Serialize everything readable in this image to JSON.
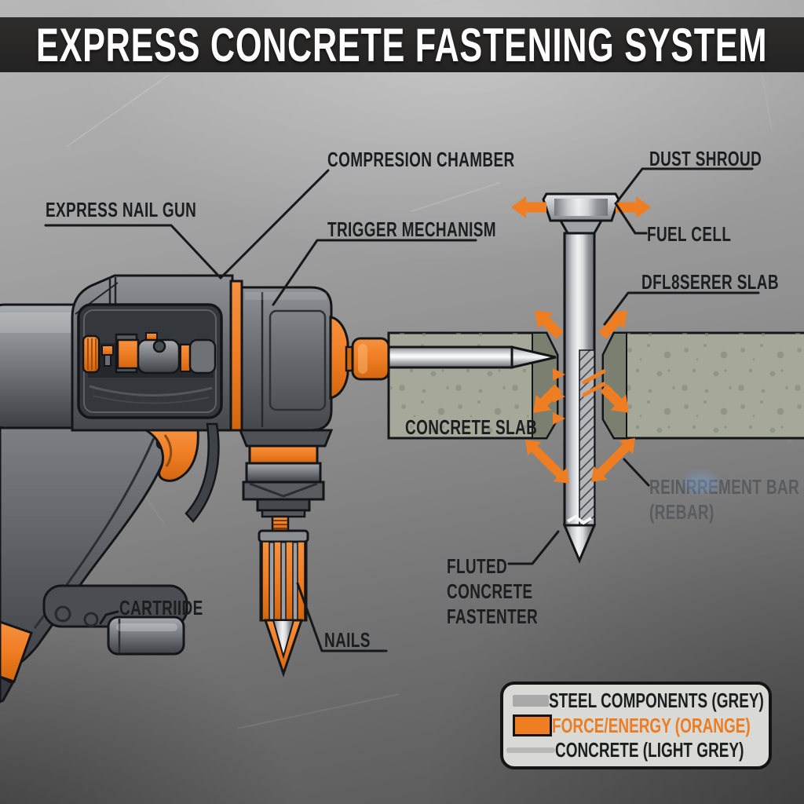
{
  "title": "EXPRESS CONCRETE FASTENING SYSTEM",
  "callouts": {
    "express_nail_gun": "EXPRESS NAIL GUN",
    "compression_chamber": "COMPRESION CHAMBER",
    "trigger_mechanism": "TRIGGER MECHANISM",
    "dust_shroud": "DUST SHROUD",
    "fuel_cell": "FUEL CELL",
    "deflector_slab": "DFL8SERER SLAB",
    "concrete_slab": "CONCRETE SLAB",
    "reinforcement_bar_line1": "REINRREMENT BAR",
    "reinforcement_bar_line2": "(REBAR)",
    "fluted_fastener_line1": "FLUTED",
    "fluted_fastener_line2": "CONCRETE",
    "fluted_fastener_line3": "FASTENTER",
    "cartridge": "CARTRIIDE",
    "nails": "NAILS"
  },
  "legend": {
    "items": [
      {
        "label": "STEEL COMPONENTS (GREY)",
        "swatch": "steel"
      },
      {
        "label": "FORCE/ENERGY (ORANGE)",
        "swatch": "orange"
      },
      {
        "label": "CONCRETE (LIGHT GREY)",
        "swatch": "concrete"
      }
    ]
  },
  "colors": {
    "accent_orange": "#EF7D22",
    "steel_grey": "#9A9DA1",
    "concrete_grey": "#A6A99A",
    "label_ink": "#1B1D1F",
    "title_bar": "#262525"
  }
}
